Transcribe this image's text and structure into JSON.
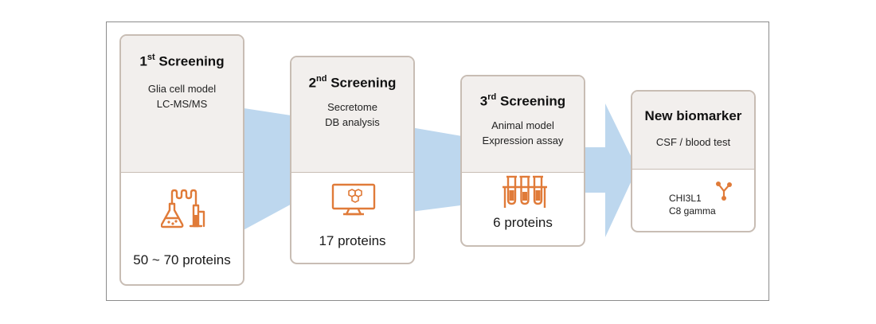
{
  "stages": [
    {
      "title_main": "1",
      "title_sup": "st",
      "title_rest": " Screening",
      "lines": [
        "Glia cell model",
        "LC-MS/MS"
      ],
      "result": "50 ~ 70 proteins",
      "icon": "lab-flasks-icon"
    },
    {
      "title_main": "2",
      "title_sup": "nd",
      "title_rest": " Screening",
      "lines": [
        "Secretome",
        "DB analysis"
      ],
      "result": "17 proteins",
      "icon": "monitor-molecule-icon"
    },
    {
      "title_main": "3",
      "title_sup": "rd",
      "title_rest": " Screening",
      "lines": [
        "Animal model",
        "Expression assay"
      ],
      "result": "6 proteins",
      "icon": "test-tubes-icon"
    },
    {
      "title": "New biomarker",
      "lines": [
        "CSF / blood test"
      ],
      "markers": [
        "CHI3L1",
        "C8 gamma"
      ],
      "icon": "molecule-branch-icon"
    }
  ],
  "colors": {
    "icon": "#e07b39",
    "arrow": "#bdd7ee",
    "card_border": "#c8bdb4",
    "card_header": "#f2efed"
  }
}
